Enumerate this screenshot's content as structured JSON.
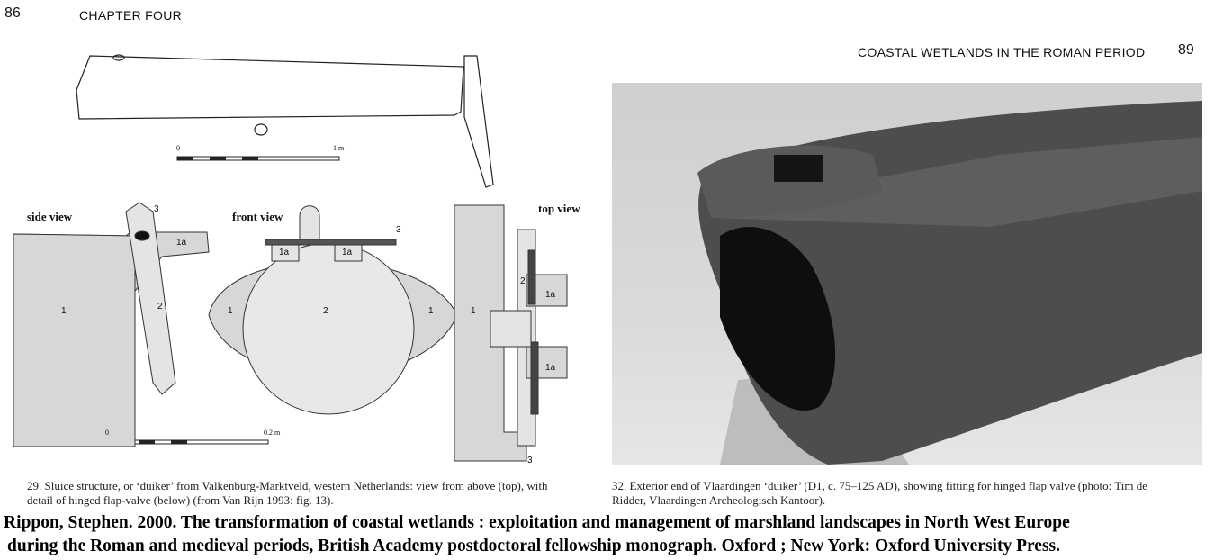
{
  "left_page": {
    "page_number": "86",
    "running_head": "CHAPTER FOUR",
    "figure": {
      "views": {
        "side": "side view",
        "front": "front view",
        "top": "top view"
      },
      "scale_top": {
        "start": "0",
        "end": "1 m"
      },
      "scale_bottom": {
        "start": "0",
        "end": "0.2 m"
      },
      "part_labels": {
        "one": "1",
        "one_a": "1a",
        "two": "2",
        "three": "3"
      }
    },
    "caption_line1": "29. Sluice structure, or ‘duiker’ from Valkenburg-Marktveld, western Netherlands: view from above (top), with",
    "caption_line2": "detail of hinged flap-valve (below) (from Van Rijn 1993: fig. 13)."
  },
  "right_page": {
    "page_number": "89",
    "running_head": "COASTAL WETLANDS IN THE ROMAN PERIOD",
    "caption_line1": "32. Exterior end of Vlaardingen ‘duiker’ (D1, c. 75–125 AD), showing fitting for hinged flap valve (photo: Tim de",
    "caption_line2": "Ridder, Vlaardingen Archeologisch Kantoor)."
  },
  "citation": {
    "line1": "Rippon, Stephen. 2000. The transformation of coastal wetlands : exploitation and management of marshland landscapes in North West Europe",
    "line2": "during the Roman and medieval periods, British Academy postdoctoral fellowship monograph. Oxford ; New York: Oxford University Press."
  }
}
